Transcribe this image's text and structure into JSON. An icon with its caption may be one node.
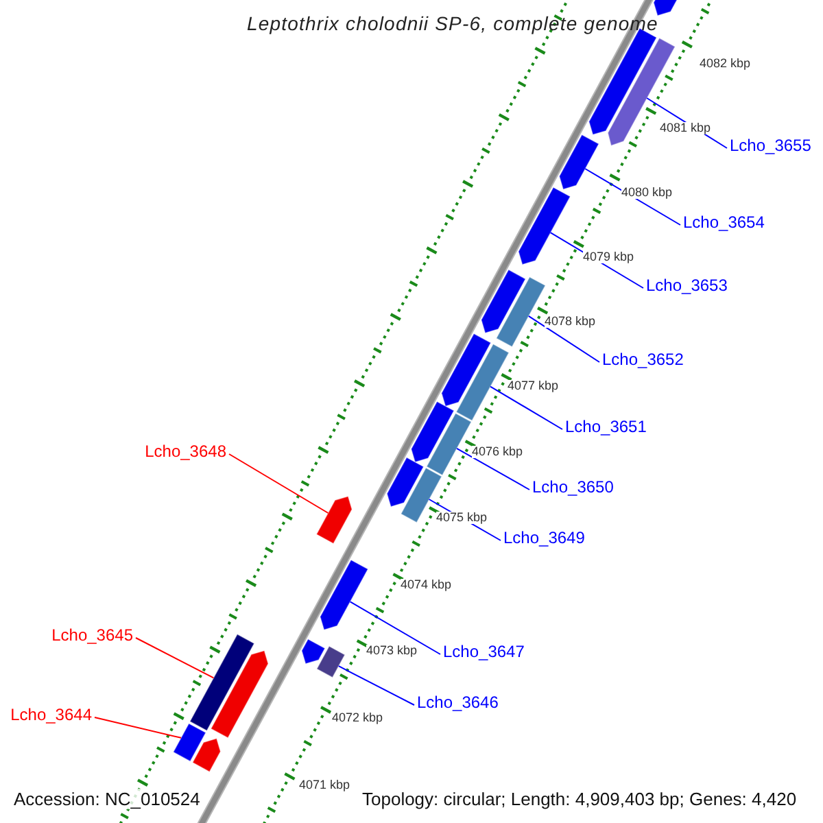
{
  "diagram": {
    "title": "Leptothrix cholodnii SP-6, complete genome",
    "nodes": [
      {
        "text": [
          "Lcho_3655"
        ]
      },
      {
        "text": [
          "Lcho_3654"
        ]
      },
      {
        "text": [
          "Lcho_3653"
        ]
      },
      {
        "text": [
          "Lcho_3652"
        ]
      },
      {
        "text": [
          "Lcho_3651"
        ]
      },
      {
        "text": [
          "Lcho_3648"
        ]
      },
      {
        "text": [
          "Lcho_3650"
        ]
      },
      {
        "text": [
          "Lcho_3649"
        ]
      },
      {
        "text": [
          "Lcho_3645"
        ]
      },
      {
        "text": [
          "Lcho_3647"
        ]
      },
      {
        "text": [
          "Lcho_3646"
        ]
      },
      {
        "text": [
          "Lcho_3644"
        ]
      },
      {
        "text": [],
        "shape": "arrow"
      },
      {
        "text": [],
        "shape": "arrow"
      },
      {
        "text": [],
        "shape": "arrow"
      },
      {
        "text": [],
        "shape": "bar"
      },
      {
        "text": [],
        "shape": "bar"
      },
      {
        "text": [],
        "shape": "arrow"
      },
      {
        "text": [],
        "shape": "bar"
      },
      {
        "text": [],
        "shape": "bar"
      },
      {
        "text": [],
        "shape": "bar"
      },
      {
        "text": [],
        "shape": "arrow"
      },
      {
        "text": [],
        "shape": "bar"
      },
      {
        "text": [],
        "shape": "bar"
      },
      {
        "text": [],
        "shape": "arrow"
      },
      {
        "text": [],
        "shape": "arrow"
      },
      {
        "text": [],
        "shape": "arrow"
      },
      {
        "text": [],
        "shape": "arrow"
      },
      {
        "text": [],
        "shape": "arrow"
      },
      {
        "text": [],
        "shape": "arrow"
      },
      {
        "text": [],
        "shape": "arrow"
      },
      {
        "text": [],
        "shape": "arrow"
      },
      {
        "text": [],
        "shape": "arrow"
      }
    ],
    "edges": [
      {
        "from": 0,
        "to": 12,
        "arrow": "none"
      },
      {
        "from": 1,
        "to": 13,
        "arrow": "none"
      },
      {
        "from": 2,
        "to": 14,
        "arrow": "none"
      },
      {
        "from": 3,
        "to": 15,
        "arrow": "none"
      },
      {
        "from": 4,
        "to": 16,
        "arrow": "none"
      },
      {
        "from": 5,
        "to": 17,
        "arrow": "none",
        "color": "#ff0000"
      },
      {
        "from": 6,
        "to": 18,
        "arrow": "none"
      },
      {
        "from": 7,
        "to": 19,
        "arrow": "none"
      },
      {
        "from": 8,
        "to": 20,
        "arrow": "none",
        "color": "#ff0000"
      },
      {
        "from": 9,
        "to": 21,
        "arrow": "none"
      },
      {
        "from": 10,
        "to": 22,
        "arrow": "none"
      },
      {
        "from": 11,
        "to": 23,
        "arrow": "none",
        "color": "#ff0000"
      }
    ],
    "labels": [
      "4082 kbp",
      "4081 kbp",
      "4080 kbp",
      "4079 kbp",
      "4078 kbp",
      "4077 kbp",
      "4076 kbp",
      "4075 kbp",
      "4074 kbp",
      "4073 kbp",
      "4072 kbp",
      "4071 kbp",
      "Accession: NC_010524",
      "Topology: circular; Length: 4,909,403 bp; Genes: 4,420"
    ]
  }
}
